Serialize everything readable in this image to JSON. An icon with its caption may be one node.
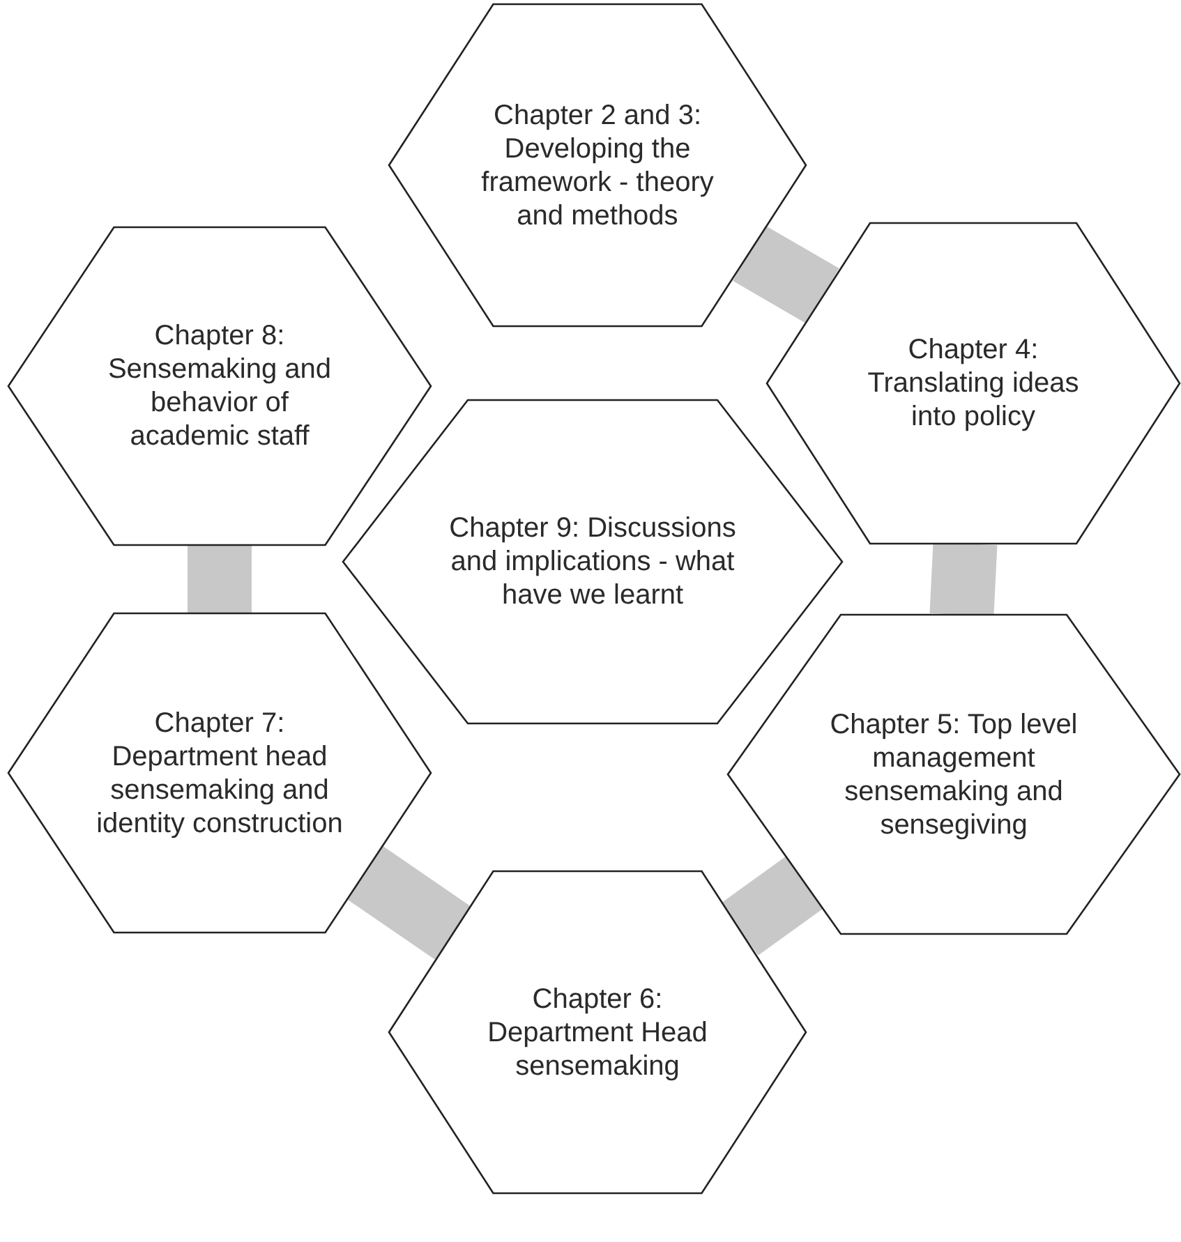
{
  "diagram": {
    "nodes": [
      {
        "text": [
          "Chapter 2 and 3: Developing the framework - theory and methods"
        ]
      },
      {
        "text": [
          "Chapter 8: Sensemaking and behavior of academic staff"
        ]
      },
      {
        "text": [
          "Chapter 4: Translating ideas into policy"
        ]
      },
      {
        "text": [
          "Chapter 9: Discussions and implications - what have we learnt"
        ]
      },
      {
        "text": [
          "Chapter 7: Department head sensemaking and identity construction"
        ]
      },
      {
        "text": [
          "Chapter 5: Top level management sensemaking and sensegiving"
        ]
      },
      {
        "text": [
          "Chapter 6: Department Head sensemaking"
        ]
      }
    ],
    "edges": [
      {
        "from": 0,
        "to": 2,
        "arrow": "none"
      },
      {
        "from": 2,
        "to": 5,
        "arrow": "none"
      },
      {
        "from": 5,
        "to": 6,
        "arrow": "none"
      },
      {
        "from": 6,
        "to": 4,
        "arrow": "none"
      },
      {
        "from": 4,
        "to": 1,
        "arrow": "none"
      }
    ]
  }
}
